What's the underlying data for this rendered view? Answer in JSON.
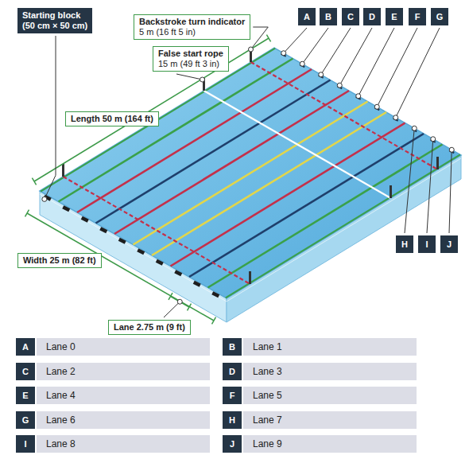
{
  "diagram": {
    "nodes": [
      {
        "text": [
          "Starting block",
          "(50 cm × 50 cm)"
        ]
      },
      {
        "text": [
          "Backstroke turn indicator",
          "5 m (16 ft 5 in)"
        ]
      },
      {
        "text": [
          "False start rope",
          "15 m (49 ft 3 in)"
        ]
      },
      {
        "text": [
          "A"
        ]
      },
      {
        "text": [
          "B"
        ]
      },
      {
        "text": [
          "C"
        ]
      },
      {
        "text": [
          "D"
        ]
      },
      {
        "text": [
          "E"
        ]
      },
      {
        "text": [
          "F"
        ]
      },
      {
        "text": [
          "G"
        ]
      },
      {
        "text": [
          "Length 50 m (164 ft)"
        ]
      },
      {
        "text": [
          "H"
        ]
      },
      {
        "text": [
          "I"
        ]
      },
      {
        "text": [
          "J"
        ]
      },
      {
        "text": [
          "Width 25 m (82 ft)"
        ]
      },
      {
        "text": [
          "Lane 2.75 m (9 ft)"
        ]
      },
      {
        "text": [
          "A"
        ]
      },
      {
        "text": [
          "Lane 0"
        ]
      },
      {
        "text": [
          "B"
        ]
      },
      {
        "text": [
          "Lane 1"
        ]
      },
      {
        "text": [
          "C"
        ]
      },
      {
        "text": [
          "Lane 2"
        ]
      },
      {
        "text": [
          "D"
        ]
      },
      {
        "text": [
          "Lane 3"
        ]
      },
      {
        "text": [
          "E"
        ]
      },
      {
        "text": [
          "Lane 4"
        ]
      },
      {
        "text": [
          "F"
        ]
      },
      {
        "text": [
          "Lane 5"
        ]
      },
      {
        "text": [
          "G"
        ]
      },
      {
        "text": [
          "Lane 6"
        ]
      },
      {
        "text": [
          "H"
        ]
      },
      {
        "text": [
          "Lane 7"
        ]
      },
      {
        "text": [
          "I"
        ]
      },
      {
        "text": [
          "Lane 8"
        ]
      },
      {
        "text": [
          "J"
        ]
      },
      {
        "text": [
          "Lane 9"
        ]
      }
    ]
  }
}
